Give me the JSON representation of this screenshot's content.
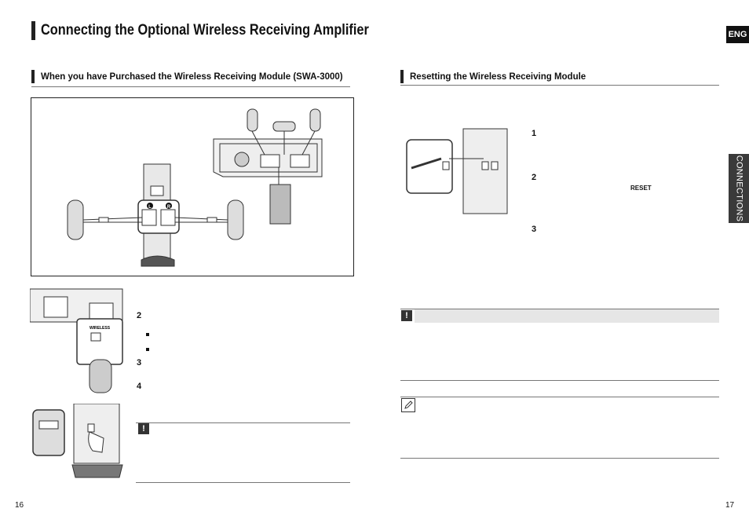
{
  "header": {
    "title": "Connecting the Optional Wireless Receiving Amplifier",
    "lang_badge": "ENG"
  },
  "left": {
    "section_title": "When you have Purchased the Wireless Receiving Module (SWA-3000)",
    "diagram_labels": {
      "left_channel": "L",
      "right_channel": "R"
    },
    "steps": [
      "2",
      "3",
      "4"
    ],
    "module_label": "WIRELESS"
  },
  "right": {
    "section_title": "Resetting the Wireless Receiving Module",
    "steps": [
      "1",
      "2",
      "3"
    ],
    "reset_label": "RESET",
    "side_tab": "CONNECTIONS",
    "caution_symbol": "!"
  },
  "footer": {
    "page_left": "16",
    "page_right": "17"
  },
  "colors": {
    "text": "#111111",
    "tab_bg": "#3a3a3a",
    "badge_bg": "#111111"
  }
}
